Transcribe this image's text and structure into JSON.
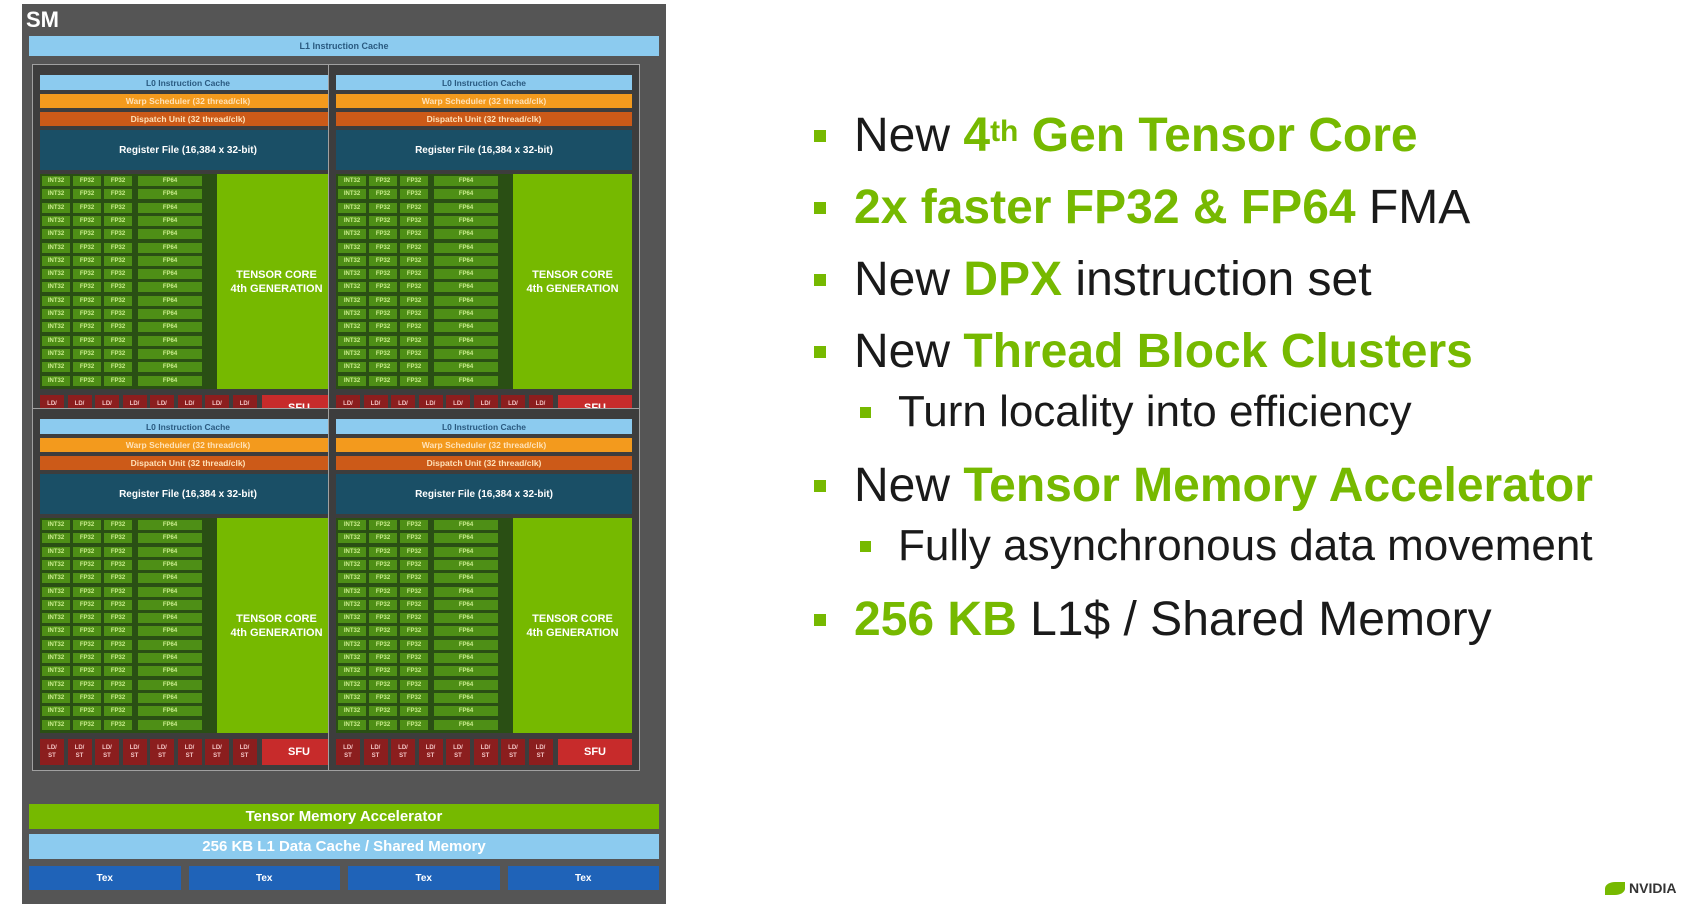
{
  "sm": {
    "title": "SM",
    "l1_instruction_cache": "L1 Instruction Cache",
    "partition": {
      "l0_cache": "L0 Instruction Cache",
      "warp_scheduler": "Warp Scheduler (32 thread/clk)",
      "dispatch_unit": "Dispatch Unit (32 thread/clk)",
      "register_file": "Register File (16,384 x 32-bit)",
      "int32": "INT32",
      "fp32": "FP32",
      "fp64": "FP64",
      "tensor_core_line1": "TENSOR CORE",
      "tensor_core_line2": "4th GENERATION",
      "ld_line1": "LD/",
      "ld_line2": "ST",
      "sfu": "SFU"
    },
    "tensor_memory_accelerator": "Tensor Memory Accelerator",
    "l1_data_cache": "256 KB L1 Data Cache / Shared Memory",
    "tex": [
      "Tex",
      "Tex",
      "Tex",
      "Tex"
    ]
  },
  "bullets": [
    {
      "level": 1,
      "plain1": "New ",
      "green": "4",
      "sup": "th",
      "green2": " Gen Tensor Core",
      "plain2": ""
    },
    {
      "level": 1,
      "plain1": "",
      "green": "2x faster FP32 & FP64",
      "sup": "",
      "green2": "",
      "plain2": " FMA"
    },
    {
      "level": 1,
      "plain1": "New ",
      "green": "DPX",
      "sup": "",
      "green2": "",
      "plain2": " instruction set"
    },
    {
      "level": 1,
      "plain1": "New ",
      "green": "Thread Block Clusters",
      "sup": "",
      "green2": "",
      "plain2": ""
    },
    {
      "level": 2,
      "plain1": "Turn locality into efficiency",
      "green": "",
      "sup": "",
      "green2": "",
      "plain2": ""
    },
    {
      "level": 1,
      "plain1": "New ",
      "green": "Tensor Memory Accelerator",
      "sup": "",
      "green2": "",
      "plain2": ""
    },
    {
      "level": 2,
      "plain1": "Fully asynchronous data movement",
      "green": "",
      "sup": "",
      "green2": "",
      "plain2": ""
    },
    {
      "level": 1,
      "plain1": "",
      "green": "256 KB",
      "sup": "",
      "green2": "",
      "plain2": " L1$ / Shared Memory"
    }
  ],
  "logo": "NVIDIA",
  "colors": {
    "nvidia_green": "#76b900",
    "sm_background": "#555555"
  }
}
